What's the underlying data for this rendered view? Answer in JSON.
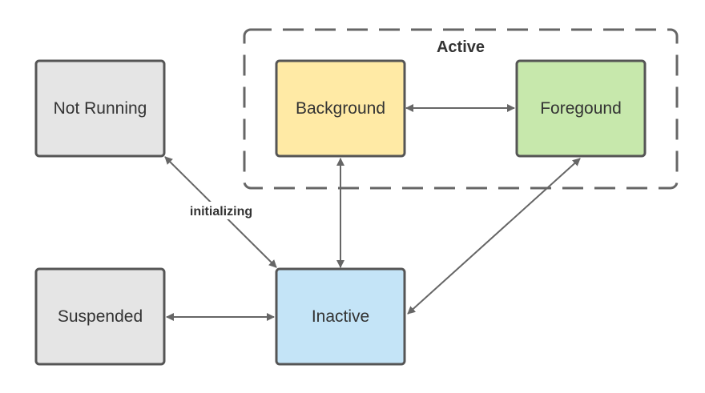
{
  "group": {
    "title": "Active"
  },
  "nodes": {
    "not_running": {
      "label": "Not Running",
      "fill": "#e5e5e5"
    },
    "background": {
      "label": "Background",
      "fill": "#ffeaa5"
    },
    "foreground": {
      "label": "Foregound",
      "fill": "#c7e8ac"
    },
    "suspended": {
      "label": "Suspended",
      "fill": "#e5e5e5"
    },
    "inactive": {
      "label": "Inactive",
      "fill": "#c4e4f7"
    }
  },
  "edges": {
    "initializing_label": "initializing"
  },
  "colors": {
    "border": "#555555",
    "edge": "#666666",
    "text": "#333333"
  }
}
